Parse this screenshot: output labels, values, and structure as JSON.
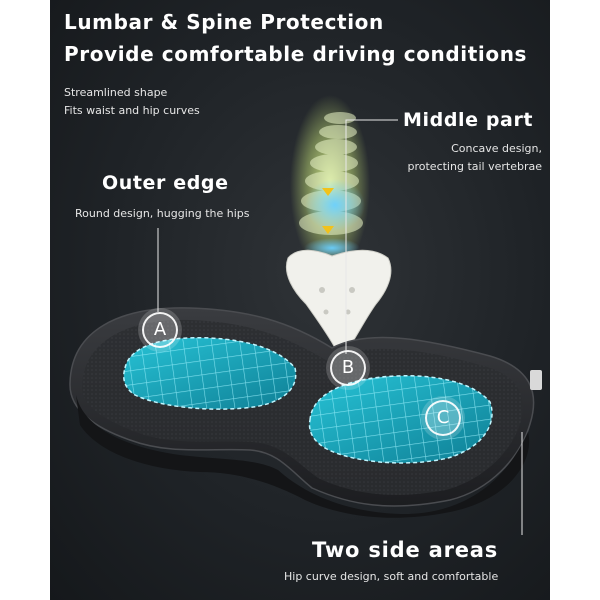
{
  "headline": {
    "line1": "Lumbar & Spine Protection",
    "line2": "Provide comfortable driving conditions"
  },
  "intro": {
    "line1": "Streamlined shape",
    "line2": "Fits waist and hip curves"
  },
  "middle_part": {
    "title": "Middle part",
    "desc_line1": "Concave design,",
    "desc_line2": "protecting tail vertebrae"
  },
  "outer_edge": {
    "title": "Outer edge",
    "desc": "Round design, hugging the hips"
  },
  "side_areas": {
    "title": "Two side areas",
    "desc": "Hip curve design, soft and comfortable"
  },
  "markers": {
    "a": "A",
    "b": "B",
    "c": "C"
  },
  "colors": {
    "background": "#1f2327",
    "gel_blue": "#1fb6c9",
    "cushion": "#2a2c2f",
    "text": "#ffffff"
  }
}
